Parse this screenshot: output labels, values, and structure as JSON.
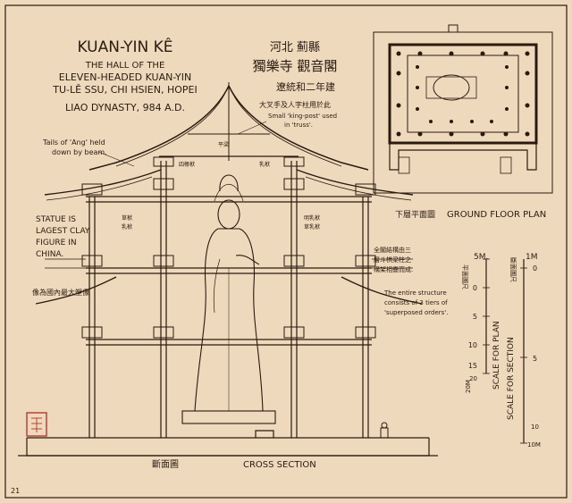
{
  "title": {
    "line1": "KUAN-YIN KÊ",
    "line2": "THE HALL OF THE",
    "line3": "ELEVEN-HEADED KUAN-YIN",
    "line4": "TU-LÊ SSU, CHI HSIEN, HOPEI",
    "line5": "LIAO DYNASTY, 984 A.D."
  },
  "chinese_title": {
    "line1": "河北 薊縣",
    "line2": "獨樂寺 觀音閣",
    "line3": "遼統和二年建"
  },
  "annotations": {
    "king_post_cn": "大叉手及人字柱用於此",
    "king_post_en_1": "Small 'king-post' used",
    "king_post_en_2": "in 'truss'.",
    "ang_1": "Tails of 'Ang' held",
    "ang_2": "down by beam.",
    "statue_1": "STATUE IS",
    "statue_2": "LAGEST CLAY",
    "statue_3": "FIGURE IN",
    "statue_4": "CHINA.",
    "statue_cn": "像為國內最大塑像",
    "tiers_cn_1": "全閣結構由三",
    "tiers_cn_2": "層斗栱梁柱之",
    "tiers_cn_3": "構架相疊而成.",
    "tiers_en_1": "The entire structure",
    "tiers_en_2": "consists of 3 tiers of",
    "tiers_en_3": "'superposed orders'.",
    "beam_cn_1": "四椽栿",
    "beam_cn_2": "乳栿",
    "beam_cn_3": "平梁",
    "beam_cn_4": "草栿",
    "beam_cn_5": "乳栿",
    "beam_cn_6": "明乳栿",
    "beam_cn_7": "草乳栿"
  },
  "plan": {
    "label_cn": "下層平面圖",
    "label_en": "GROUND FLOOR PLAN"
  },
  "section": {
    "label_cn": "斷面圖",
    "label_en": "CROSS SECTION"
  },
  "scale_plan": {
    "title_cn": "平面圖尺",
    "label": "SCALE FOR PLAN",
    "unit": "5M.",
    "ticks": [
      "0",
      "5",
      "10",
      "15",
      "20"
    ],
    "end_label": "20M"
  },
  "scale_section": {
    "title_cn": "斷面圖尺",
    "label": "SCALE FOR SECTION",
    "unit": "1M",
    "ticks": [
      "0",
      "5",
      "10"
    ],
    "end_label": "10M"
  },
  "sheet_number": "21",
  "colors": {
    "paper": "#efd9bd",
    "ink": "#2a1a10",
    "seal": "#b8443a"
  }
}
